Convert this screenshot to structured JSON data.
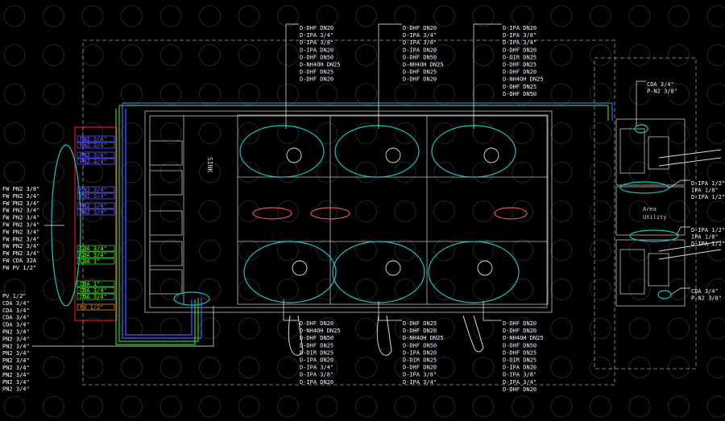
{
  "colors": {
    "background": "#000000",
    "grid": "#2e2e2e",
    "equipment": "#bdbdbd",
    "bubble": "#19c2c2",
    "leader": "#e8f6ff",
    "green_pipe": "#32cd32",
    "blue_pipe": "#4a5cff",
    "red_rect": "#ff2020",
    "yellow_pipe": "#ffe000"
  },
  "room_labels": {
    "sign": "SINK",
    "utility": "Utility",
    "area": "Area"
  },
  "callouts": {
    "top_1": [
      "D-DHF DN20",
      "D-IPA 3/4\"",
      "D-IPA 3/8\"",
      "D-IPA DN20",
      "D-DHF DN50",
      "D-NH4OH DN25",
      "D-DHF DN25",
      "D-DHF DN20"
    ],
    "top_2": [
      "D-DHF DN20",
      "D-IPA 3/4\"",
      "D-IPA 3/8\"",
      "D-IPA DN20",
      "D-DHF DN50",
      "D-NH4OH DN25",
      "D-DHF DN25",
      "D-DHF DN20"
    ],
    "top_3": [
      "D-IPA DN20",
      "D-IPA 3/8\"",
      "D-IPA 3/4\"",
      "D-DHF DN20",
      "D-DIR DN25",
      "D-DHF DN25",
      "D-DHF DN20",
      "D-NH4OH DN25",
      "D-DHF DN25",
      "D-DHF DN50"
    ],
    "bottom_1": [
      "D-DHF DN20",
      "D-NH4OH DN25",
      "D-DHF DN50",
      "D-DHF DN25",
      "D-DIR DN25",
      "D-IPA DN20",
      "D-IPA 3/4\"",
      "D-IPA 3/8\"",
      "D-IPA DN20"
    ],
    "bottom_2": [
      "D-DHF DN25",
      "D-DHF DN20",
      "D-NH4OH DN25",
      "D-DHF DN50",
      "D-IPA DN20",
      "D-DIR DN25",
      "D-DHF DN20",
      "D-IPA 3/8\"",
      "D-IPA 3/4\""
    ],
    "bottom_3": [
      "D-DHF DN20",
      "D-DHF DN20",
      "D-NH4OH DN25",
      "D-DHF DN50",
      "D-DHF DN25",
      "D-DIR DN25",
      "D-IPA DN20",
      "D-IPA 3/8\"",
      "D-IPA 3/4\"",
      "D-DHF DN20"
    ],
    "right_top": [
      "CDA 3/4\"",
      "P-N2 3/8\""
    ],
    "right_mid1": [
      "D-IPA 1/2\"",
      "IPA 1/8\"",
      "D-IPA 1/2\""
    ],
    "right_mid2": [
      "D-IPA 1/2\"",
      "IPA 1/8\"",
      "D-IPA 1/2\""
    ],
    "right_bottom": [
      "CDA 3/4\"",
      "P-N2 3/8\""
    ]
  },
  "left_labels": {
    "upper": [
      "FW PN2 3/8\"",
      "FW PN2 3/4\"",
      "FW PN2 3/4\"",
      "FW PN2 3/4\"",
      "FW PN2 3/4\"",
      "FW PN2 3/4\"",
      "FW PN2 3/4\"",
      "FW PN2 3/4\"",
      "FW PN2 3/4\"",
      "FW PN2 3/4\"",
      "FW CDA 32A",
      "FW PV 1/2\""
    ],
    "lower": [
      "PV 1/2\"",
      "CDA 3/4\"",
      "CDA 3/4\"",
      "CDA 3/4\"",
      "CDA 3/4\"",
      "PN2 3/4\"",
      "PN2 3/4\"",
      "PN2 3/4\"",
      "PN2 3/4\"",
      "PN2 3/4\"",
      "PN2 3/4\"",
      "PN2 3/4\"",
      "PN2 3/4\"",
      "PN2 3/4\""
    ]
  },
  "manifold": {
    "blue_tags": [
      "PN2 3/4\"",
      "PN2 3/4\"",
      "PN2 3/4\"",
      "PN2 3/4\"",
      "PN2 3/4\"",
      "PN2 3/4\"",
      "PN2 3/4\"",
      "PN2 3/4\""
    ],
    "green_tags_1": [
      "CDA 3/4\"",
      "CDA 3/4\"",
      "CDA 1\""
    ],
    "green_tags_2": [
      "CDA 1\"",
      "CDA 3/4\"",
      "CDA 3/4\""
    ],
    "orange_tag": "PV 1/2\""
  }
}
